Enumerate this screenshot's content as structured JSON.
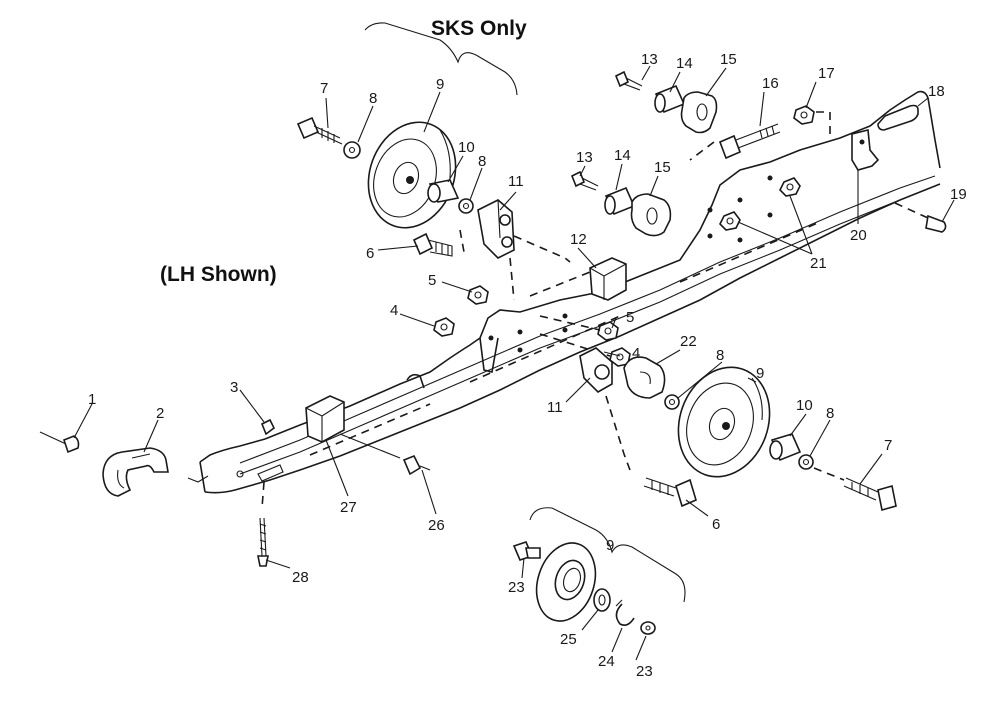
{
  "headings": {
    "sks_only": "SKS Only",
    "lh_shown": "(LH Shown)"
  },
  "callouts": {
    "c1": "1",
    "c2": "2",
    "c3": "3",
    "c4a": "4",
    "c4b": "4",
    "c5a": "5",
    "c5b": "5",
    "c6a": "6",
    "c6b": "6",
    "c7a": "7",
    "c7b": "7",
    "c8a": "8",
    "c8b": "8",
    "c8c": "8",
    "c8d": "8",
    "c9a": "9",
    "c9b": "9",
    "c9c": "9",
    "c10a": "10",
    "c10b": "10",
    "c11a": "11",
    "c11b": "11",
    "c12": "12",
    "c13a": "13",
    "c13b": "13",
    "c14a": "14",
    "c14b": "14",
    "c15a": "15",
    "c15b": "15",
    "c16": "16",
    "c17": "17",
    "c18": "18",
    "c19": "19",
    "c20": "20",
    "c21": "21",
    "c22": "22",
    "c23a": "23",
    "c23b": "23",
    "c24": "24",
    "c25": "25",
    "c26": "26",
    "c27": "27",
    "c28": "28"
  }
}
